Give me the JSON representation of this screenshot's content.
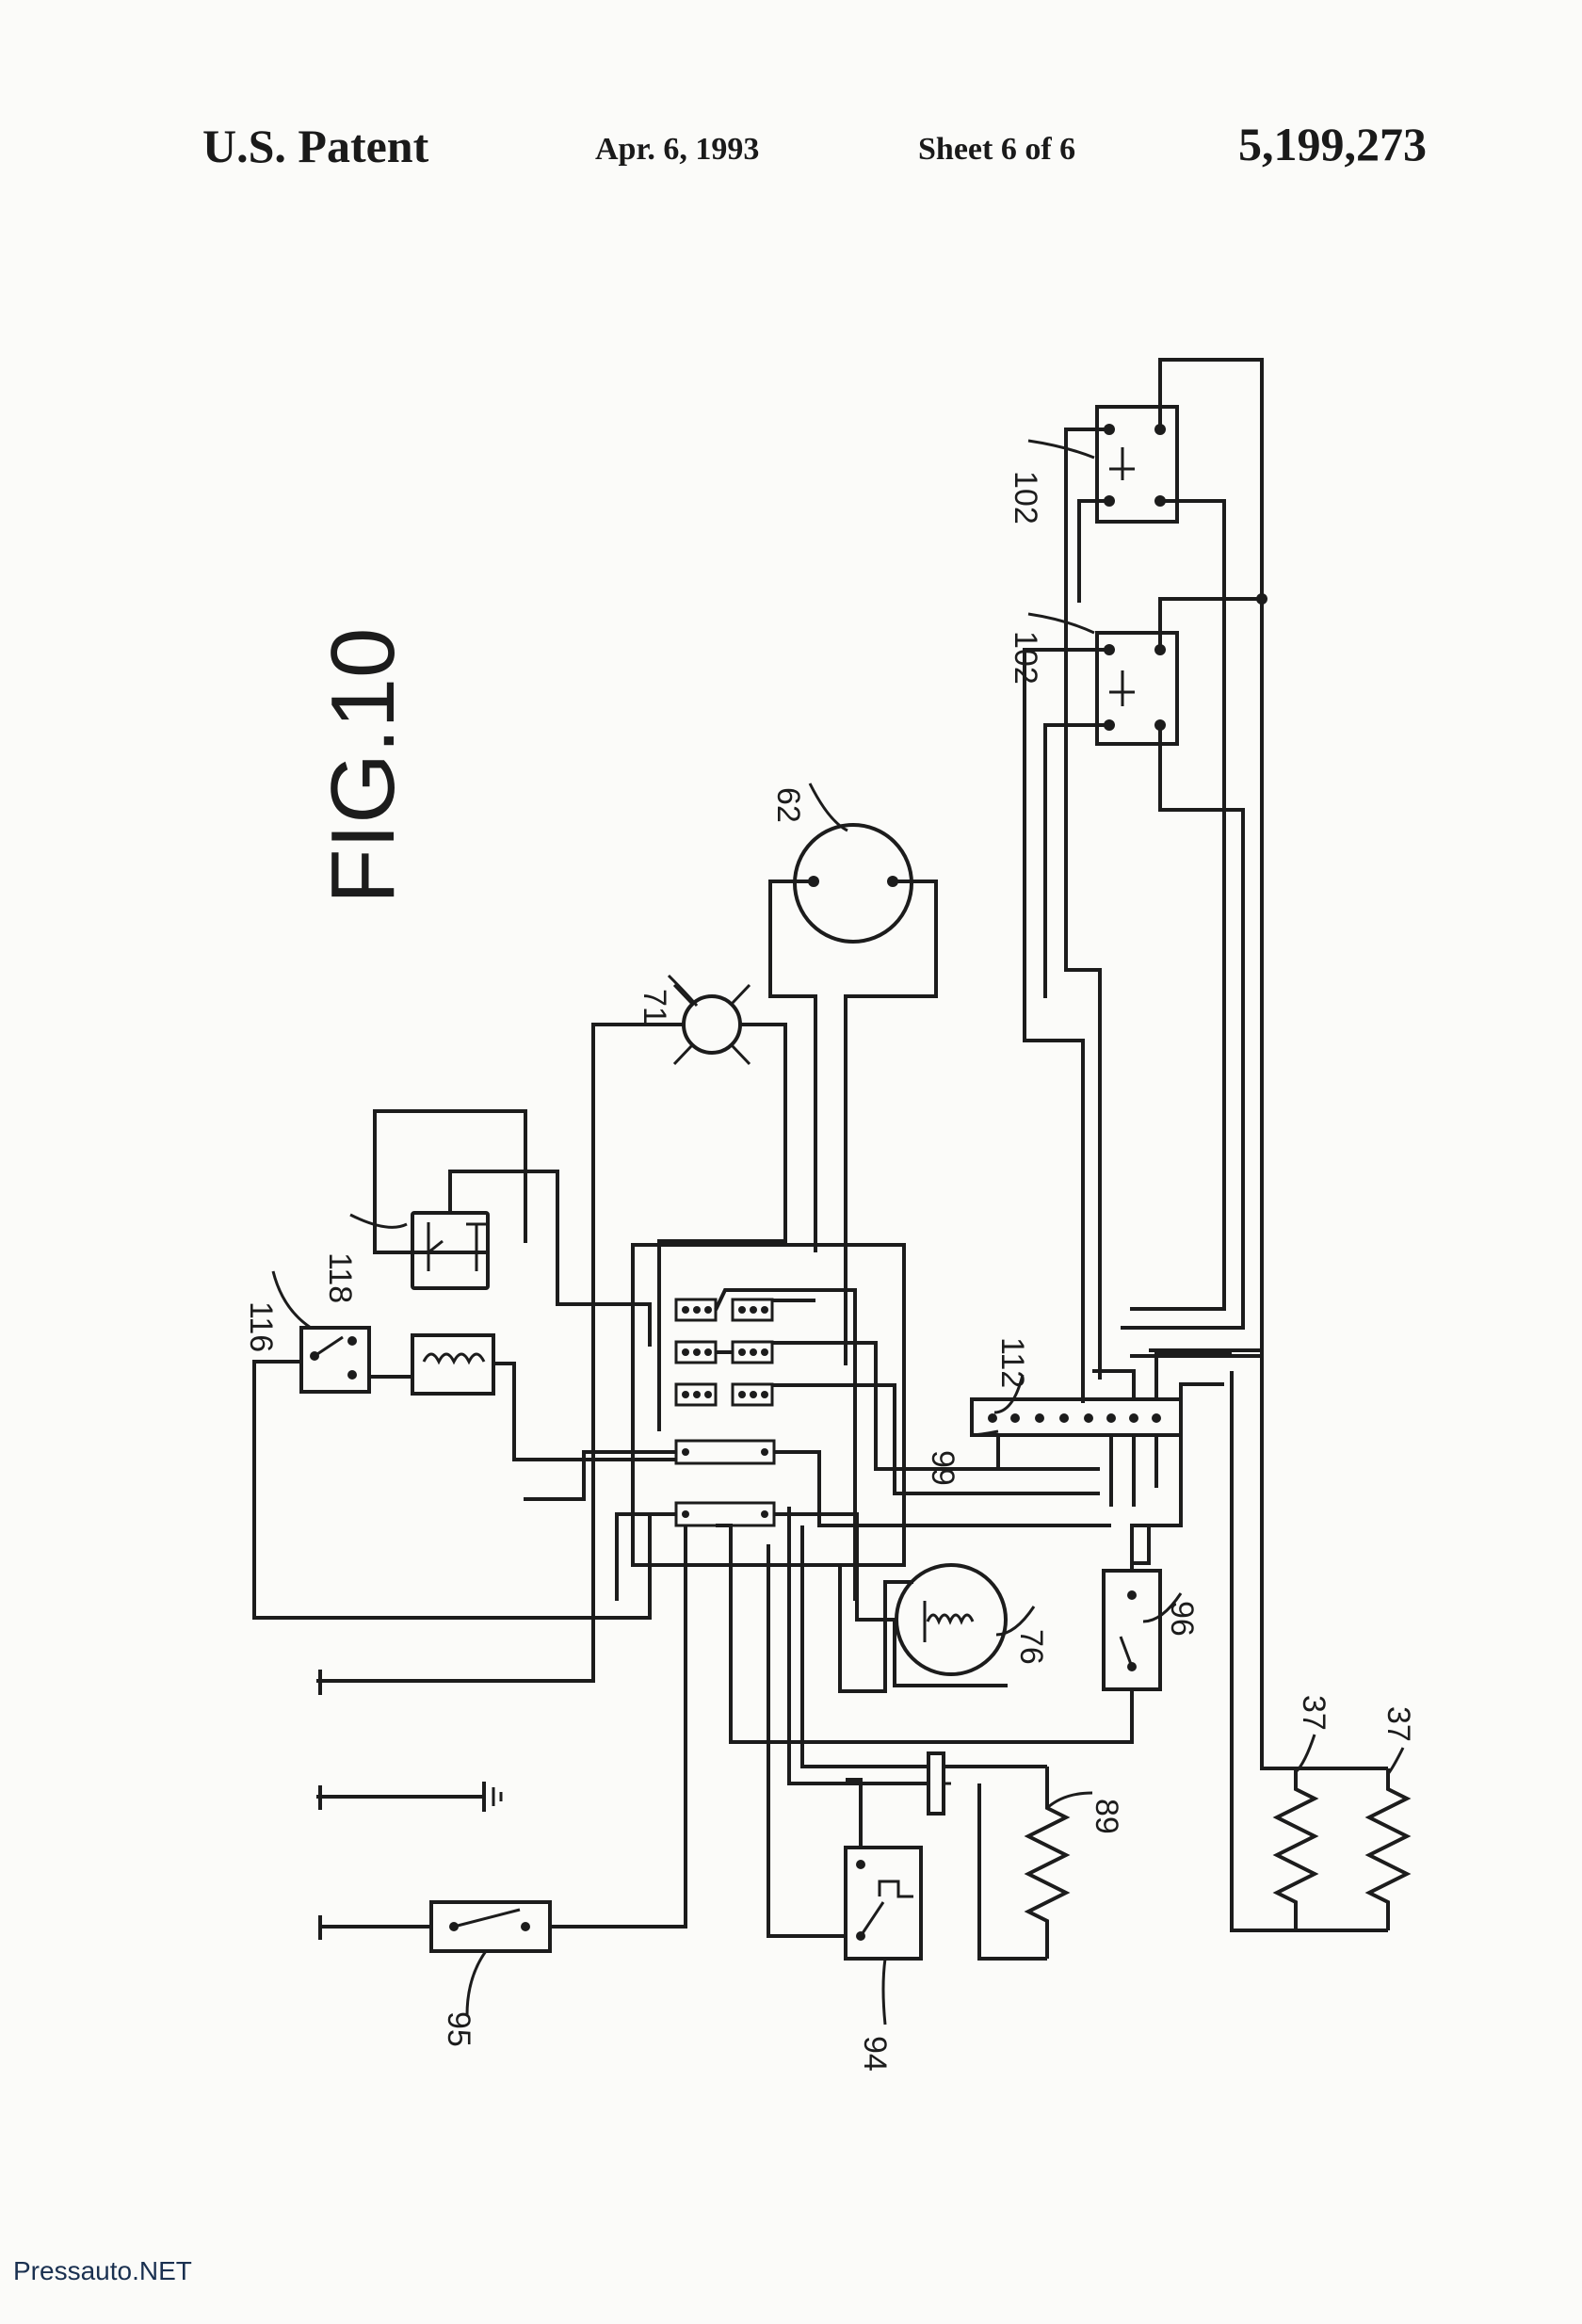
{
  "header": {
    "patent_label": "U.S. Patent",
    "date": "Apr. 6, 1993",
    "sheet": "Sheet 6 of 6",
    "patent_number": "5,199,273"
  },
  "figure": {
    "label": "FIG.10",
    "callouts": {
      "c102a": "102",
      "c102b": "102",
      "c62": "62",
      "c71": "71",
      "c118": "118",
      "c116": "116",
      "c112": "112",
      "c99": "99",
      "c76": "76",
      "c96": "96",
      "c37a": "37",
      "c37b": "37",
      "c89": "89",
      "c94": "94",
      "c95": "95"
    }
  },
  "watermark": "Pressauto.NET"
}
